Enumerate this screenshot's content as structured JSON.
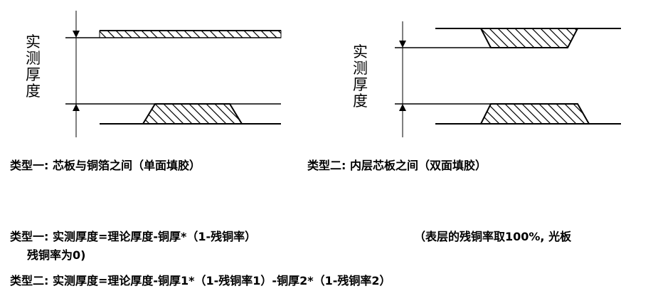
{
  "diagram1": {
    "label_chars": [
      "实",
      "测",
      "厚",
      "度"
    ]
  },
  "diagram2": {
    "label_chars": [
      "实",
      "测",
      "厚",
      "度"
    ]
  },
  "captions": {
    "type1": "类型一: 芯板与铜箔之间（单面填胶）",
    "type2": "类型二: 内层芯板之间（双面填胶）"
  },
  "formulas": {
    "type1_main": "类型一: 实测厚度=理论厚度-铜厚*（1-残铜率）",
    "type1_note_a": "（表层的残铜率取100%, 光板",
    "type1_note_b": "残铜率为0)",
    "type2_main": "类型二: 实测厚度=理论厚度-铜厚1*（1-残铜率1）-铜厚2*（1-残铜率2）"
  }
}
